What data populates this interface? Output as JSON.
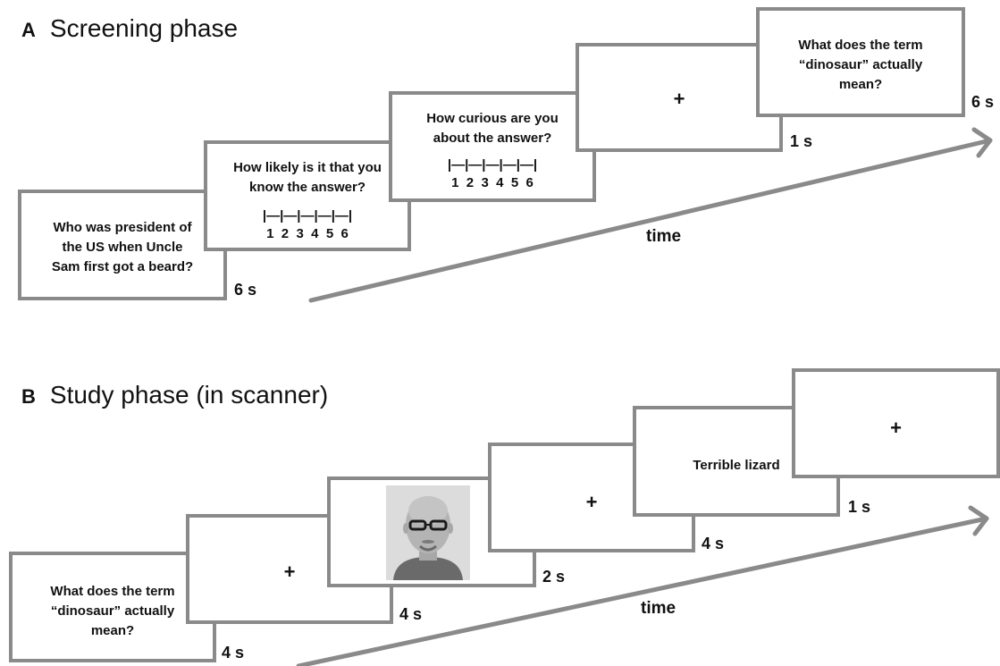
{
  "panel_a": {
    "letter": "A",
    "title": "Screening phase",
    "question1": [
      "Who was president of",
      "the US when Uncle",
      "Sam first got a beard?"
    ],
    "question1_duration": "6 s",
    "likely": [
      "How likely is it that you",
      "know the answer?"
    ],
    "scale_ticks": "|—|—|—|—|—|",
    "scale_numbers": "1  2  3  4  5  6",
    "curious": [
      "How curious are you",
      "about the answer?"
    ],
    "fixation": "+",
    "fixation_duration": "1 s",
    "question2": [
      "What does the term",
      "“dinosaur” actually",
      "mean?"
    ],
    "question2_duration": "6 s",
    "time_label": "time"
  },
  "panel_b": {
    "letter": "B",
    "title": "Study phase (in scanner)",
    "question": [
      "What does the term",
      "“dinosaur” actually",
      "mean?"
    ],
    "question_duration": "4 s",
    "fixation": "+",
    "fixation1_duration": "4 s",
    "face_duration": "2 s",
    "fixation2_duration": "4 s",
    "answer": "Terrible lizard",
    "answer_duration": "1 s",
    "time_label": "time"
  },
  "colors": {
    "frame": "#8a8a8a",
    "arrow": "#8a8a8a"
  }
}
